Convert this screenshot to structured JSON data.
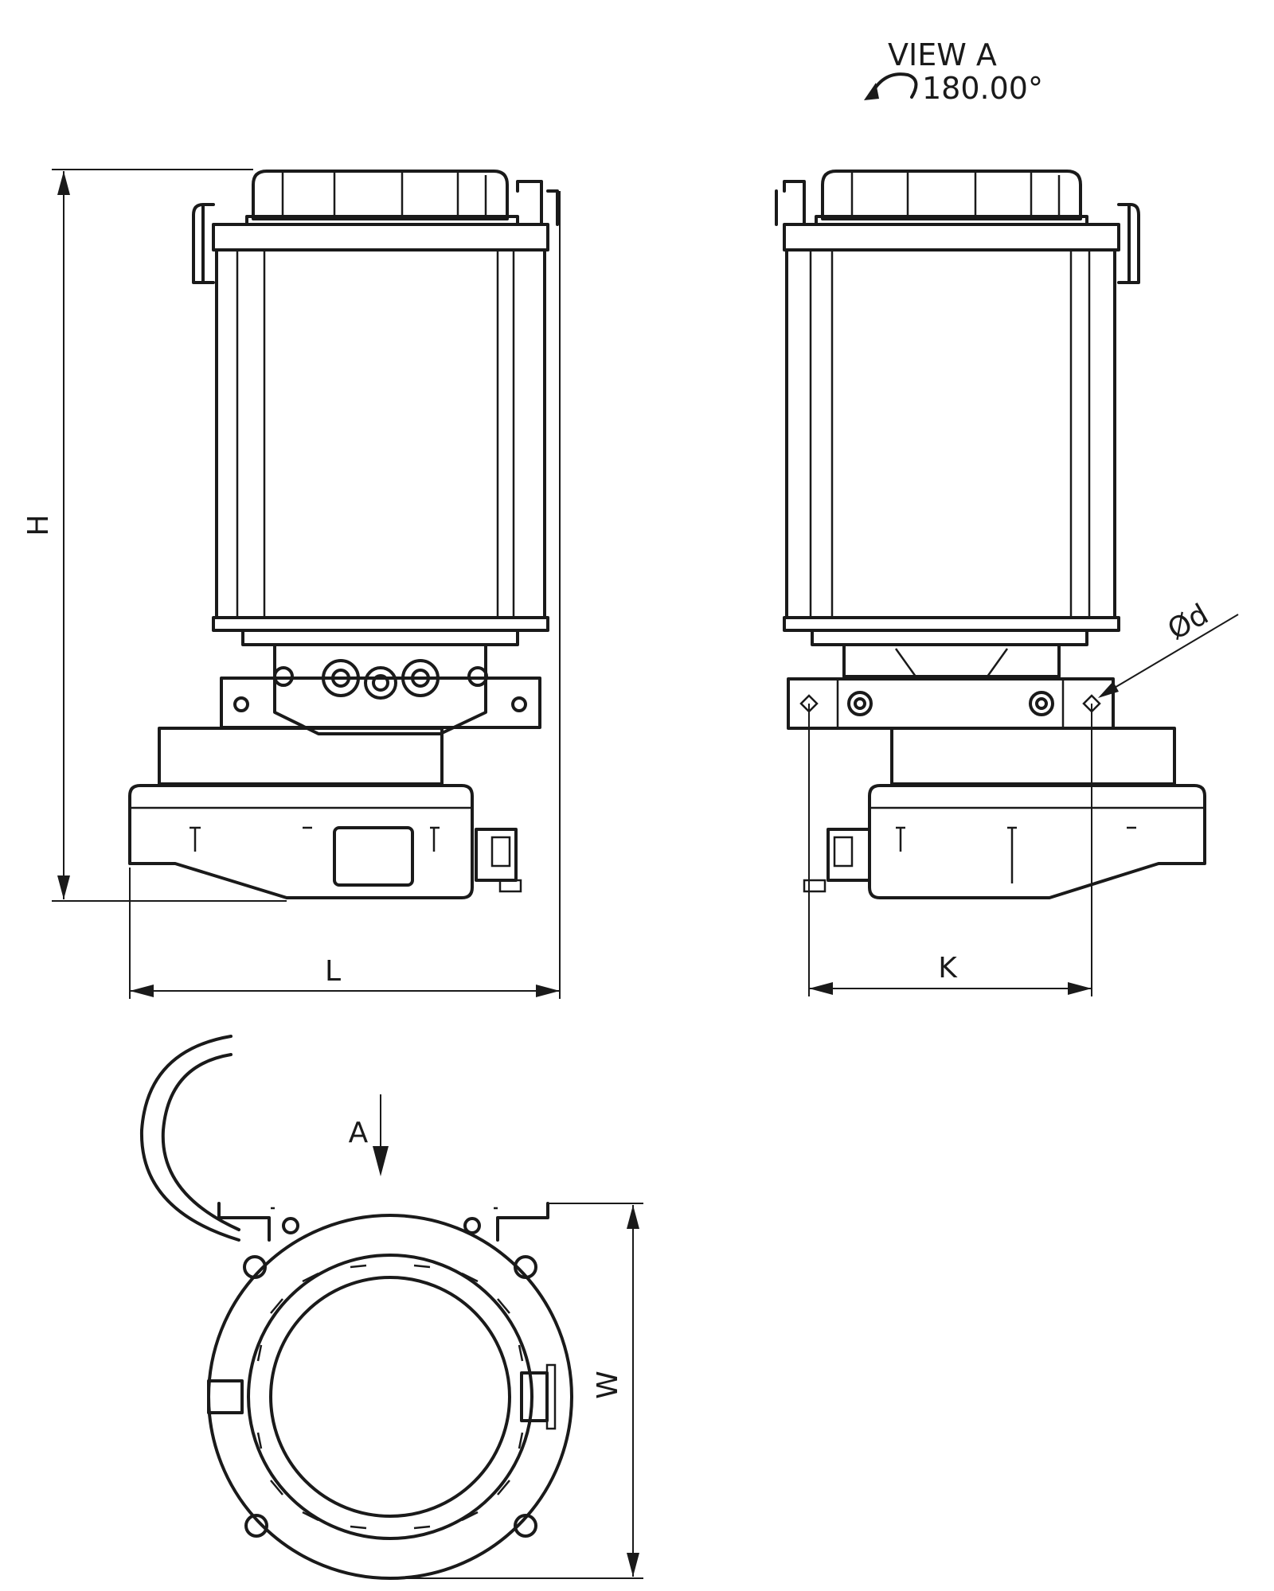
{
  "view_note": {
    "title": "VIEW  A",
    "rotation": "180.00°"
  },
  "dimensions": {
    "height": "H",
    "length": "L",
    "mount_spacing": "K",
    "hole_diameter": "Ød",
    "width": "W",
    "view_arrow": "A"
  },
  "colors": {
    "line": "#1a1a1a",
    "background": "#ffffff"
  }
}
